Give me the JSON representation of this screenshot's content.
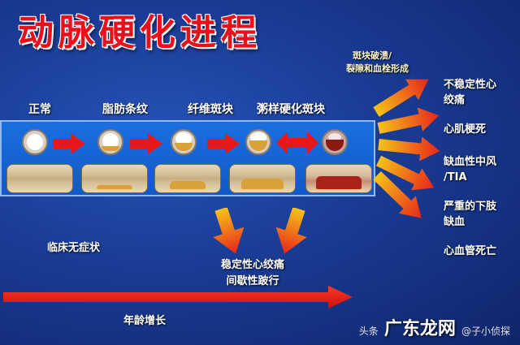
{
  "title": "动脉硬化进程",
  "stages": [
    "正常",
    "脂肪条纹",
    "纤维斑块",
    "粥样硬化斑块"
  ],
  "rupture_label": [
    "斑块破溃/",
    "裂隙和血栓形成"
  ],
  "outcomes": [
    [
      "不稳定性心",
      "绞痛"
    ],
    [
      "心肌梗死"
    ],
    [
      "缺血性中风",
      "/TIA"
    ],
    [
      "严重的下肢",
      "缺血"
    ],
    [
      "心血管死亡"
    ]
  ],
  "clinical_silent": "临床无症状",
  "stable_symptoms": [
    "稳定性心绞痛",
    "间歇性跛行"
  ],
  "age_label": "年龄增长",
  "watermark": {
    "source": "头条",
    "handle": "@子小侦探",
    "brand": "广东龙网"
  },
  "colors": {
    "title": "#e8111b",
    "arrow": "#e81818",
    "band": "#1a6fe0",
    "background": "#1a3b94"
  }
}
